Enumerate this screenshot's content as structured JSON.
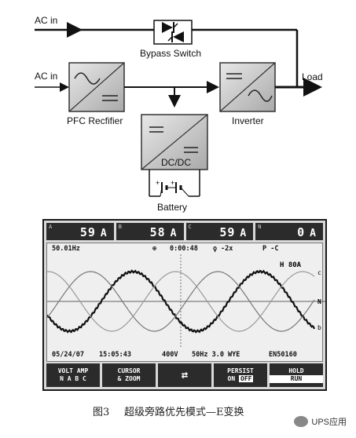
{
  "diagram": {
    "ac_in_top": "AC in",
    "ac_in_mid": "AC in",
    "bypass_switch": "Bypass Switch",
    "load": "Load",
    "pfc_rectifier": "PFC Recfifier",
    "inverter": "Inverter",
    "dcdc": "DC/DC",
    "battery": "Battery"
  },
  "scope": {
    "readings": [
      {
        "channel": "A",
        "value": "59",
        "unit": "A"
      },
      {
        "channel": "B",
        "value": "58",
        "unit": "A"
      },
      {
        "channel": "C",
        "value": "59",
        "unit": "A"
      },
      {
        "channel": "N",
        "value": "0",
        "unit": "A"
      }
    ],
    "frequency": "50.01Hz",
    "timer": "0:00:48",
    "zoom": "-2x",
    "top_flags": "P  -C",
    "scale_label": "H 80A",
    "date": "05/24/07",
    "time": "15:05:43",
    "voltage": "400V",
    "config": "50Hz 3.0 WYE",
    "standard": "EN50160",
    "softkeys": {
      "k1_line1": "VOLT AMP",
      "k1_line2": "N A B C",
      "k2_line1": "CURSOR",
      "k2_line2": "& ZOOM",
      "k3_icon": "⇄",
      "k4_line1": "PERSIST",
      "k4_line2": "ON",
      "k4_line3": "OFF",
      "k5_line1": "HOLD",
      "k5_line2": "RUN"
    },
    "marker_right_top": "c",
    "marker_right_mid": "N",
    "marker_right_bot": "b"
  },
  "caption": {
    "figure": "图3",
    "title": "超级旁路优先模式—E变换"
  },
  "watermark": "UPS应用"
}
